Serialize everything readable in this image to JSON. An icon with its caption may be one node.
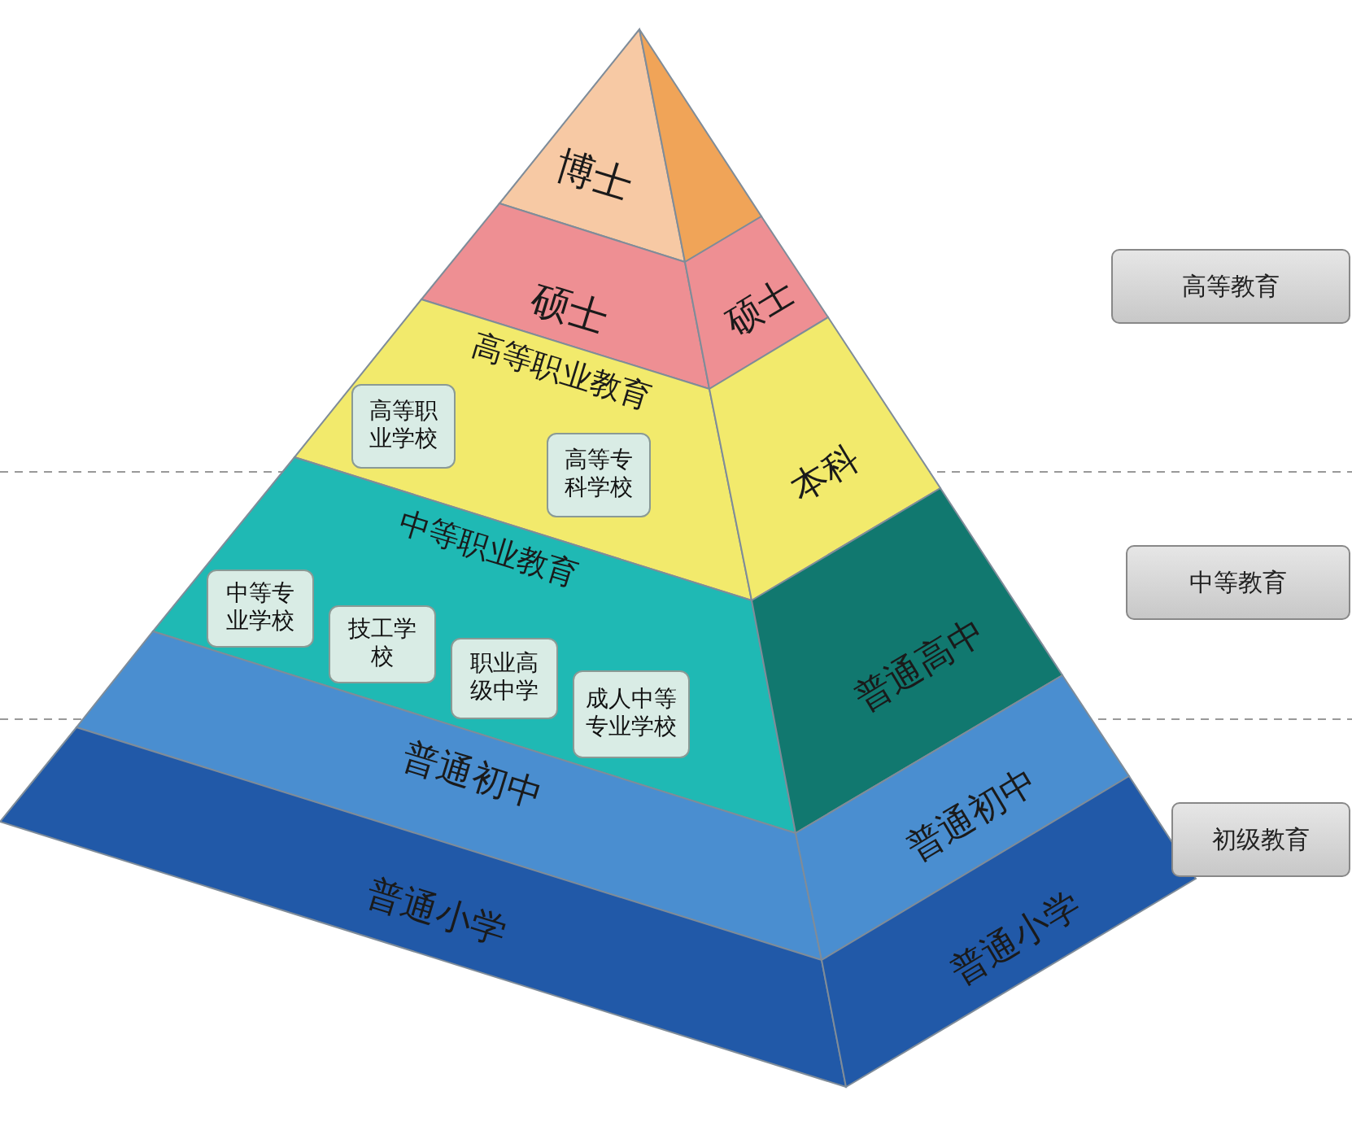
{
  "diagram": {
    "nodes": [
      {
        "text": [
          "博士"
        ]
      },
      {
        "text": [],
        "shape": "triangle"
      },
      {
        "text": [
          "硕士"
        ]
      },
      {
        "text": [
          "硕士"
        ]
      },
      {
        "text": [
          "高等职业教育"
        ]
      },
      {
        "text": [
          "高等职业学校"
        ],
        "in": 4
      },
      {
        "text": [
          "高等专科学校"
        ],
        "in": 4
      },
      {
        "text": [
          "本科"
        ]
      },
      {
        "text": [
          "中等职业教育"
        ]
      },
      {
        "text": [
          "中等专业学校"
        ],
        "in": 8
      },
      {
        "text": [
          "技工学校"
        ],
        "in": 8
      },
      {
        "text": [
          "职业高级中学"
        ],
        "in": 8
      },
      {
        "text": [
          "成人中等专业学校"
        ],
        "in": 8
      },
      {
        "text": [
          "普通高中"
        ]
      },
      {
        "text": [
          "普通初中"
        ]
      },
      {
        "text": [
          "普通初中"
        ]
      },
      {
        "text": [
          "普通小学"
        ]
      },
      {
        "text": [
          "普通小学"
        ]
      },
      {
        "text": [
          "高等教育"
        ]
      },
      {
        "text": [
          "中等教育"
        ]
      },
      {
        "text": [
          "初级教育"
        ]
      }
    ]
  }
}
